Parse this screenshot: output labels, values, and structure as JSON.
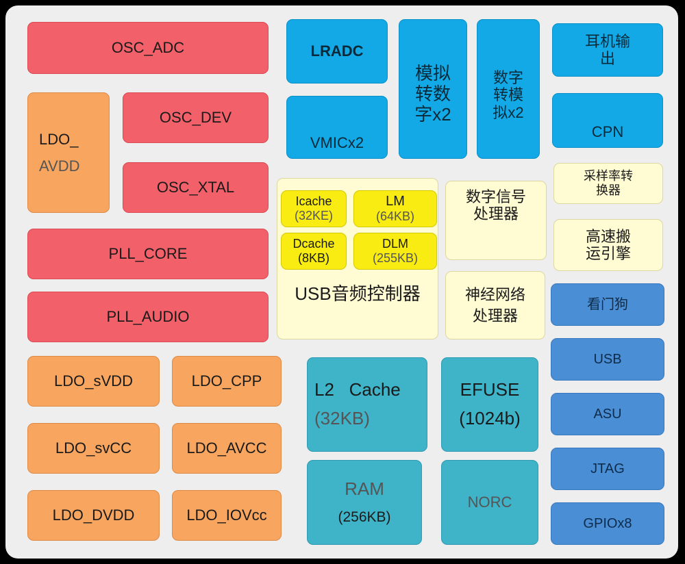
{
  "blocks": {
    "osc_adc": "OSC_ADC",
    "osc_dev": "OSC_DEV",
    "osc_xtal": "OSC_XTAL",
    "ldo_avdd_l1": "LDO_",
    "ldo_avdd_l2": "AVDD",
    "pll_core": "PLL_CORE",
    "pll_audio": "PLL_AUDIO",
    "ldo_svdd": "LDO_sVDD",
    "ldo_cpp": "LDO_CPP",
    "ldo_svcc": "LDO_svCC",
    "ldo_avcc": "LDO_AVCC",
    "ldo_dvdd": "LDO_DVDD",
    "ldo_iovcc": "LDO_IOVcc",
    "lradc": "LRADC",
    "vmic": "VMICx2",
    "adc_l1": "模拟",
    "adc_l2": "转数",
    "adc_l3": "字x2",
    "dac_l1": "数字",
    "dac_l2": "转模",
    "dac_l3": "拟x2",
    "headphone_l1": "耳机输",
    "headphone_l2": "出",
    "cpn": "CPN",
    "src_l1": "采样率转",
    "src_l2": "换器",
    "dma_l1": "高速搬",
    "dma_l2": "运引擎",
    "dsp_l1": "数字信号",
    "dsp_l2": "处理器",
    "npu_l1": "神经网络",
    "npu_l2": "处理器",
    "watchdog": "看门狗",
    "usb": "USB",
    "asu": "ASU",
    "jtag": "JTAG",
    "gpio": "GPIOx8",
    "usb_audio": "USB音频控制器",
    "icache": "Icache",
    "icache_size": "(32KE)",
    "lm": "LM",
    "lm_size": "(64KB)",
    "dcache": "Dcache",
    "dcache_size": "(8KB)",
    "dlm": "DLM",
    "dlm_size": "(255KB)",
    "l2_cache": "L2   Cache",
    "l2_size": "(32KB)",
    "efuse": "EFUSE",
    "efuse_size": "(1024b)",
    "ram": "RAM",
    "ram_size": "(256KB)",
    "norc": "NORC"
  },
  "colors": {
    "power_clock": "#f2606a",
    "ldo": "#f7a55f",
    "audio_analog": "#12a9e6",
    "memory": "#3fb3c8",
    "processor": "#fffbd2",
    "core_memory": "#f8ec12",
    "peripheral": "#4a8fd6"
  }
}
